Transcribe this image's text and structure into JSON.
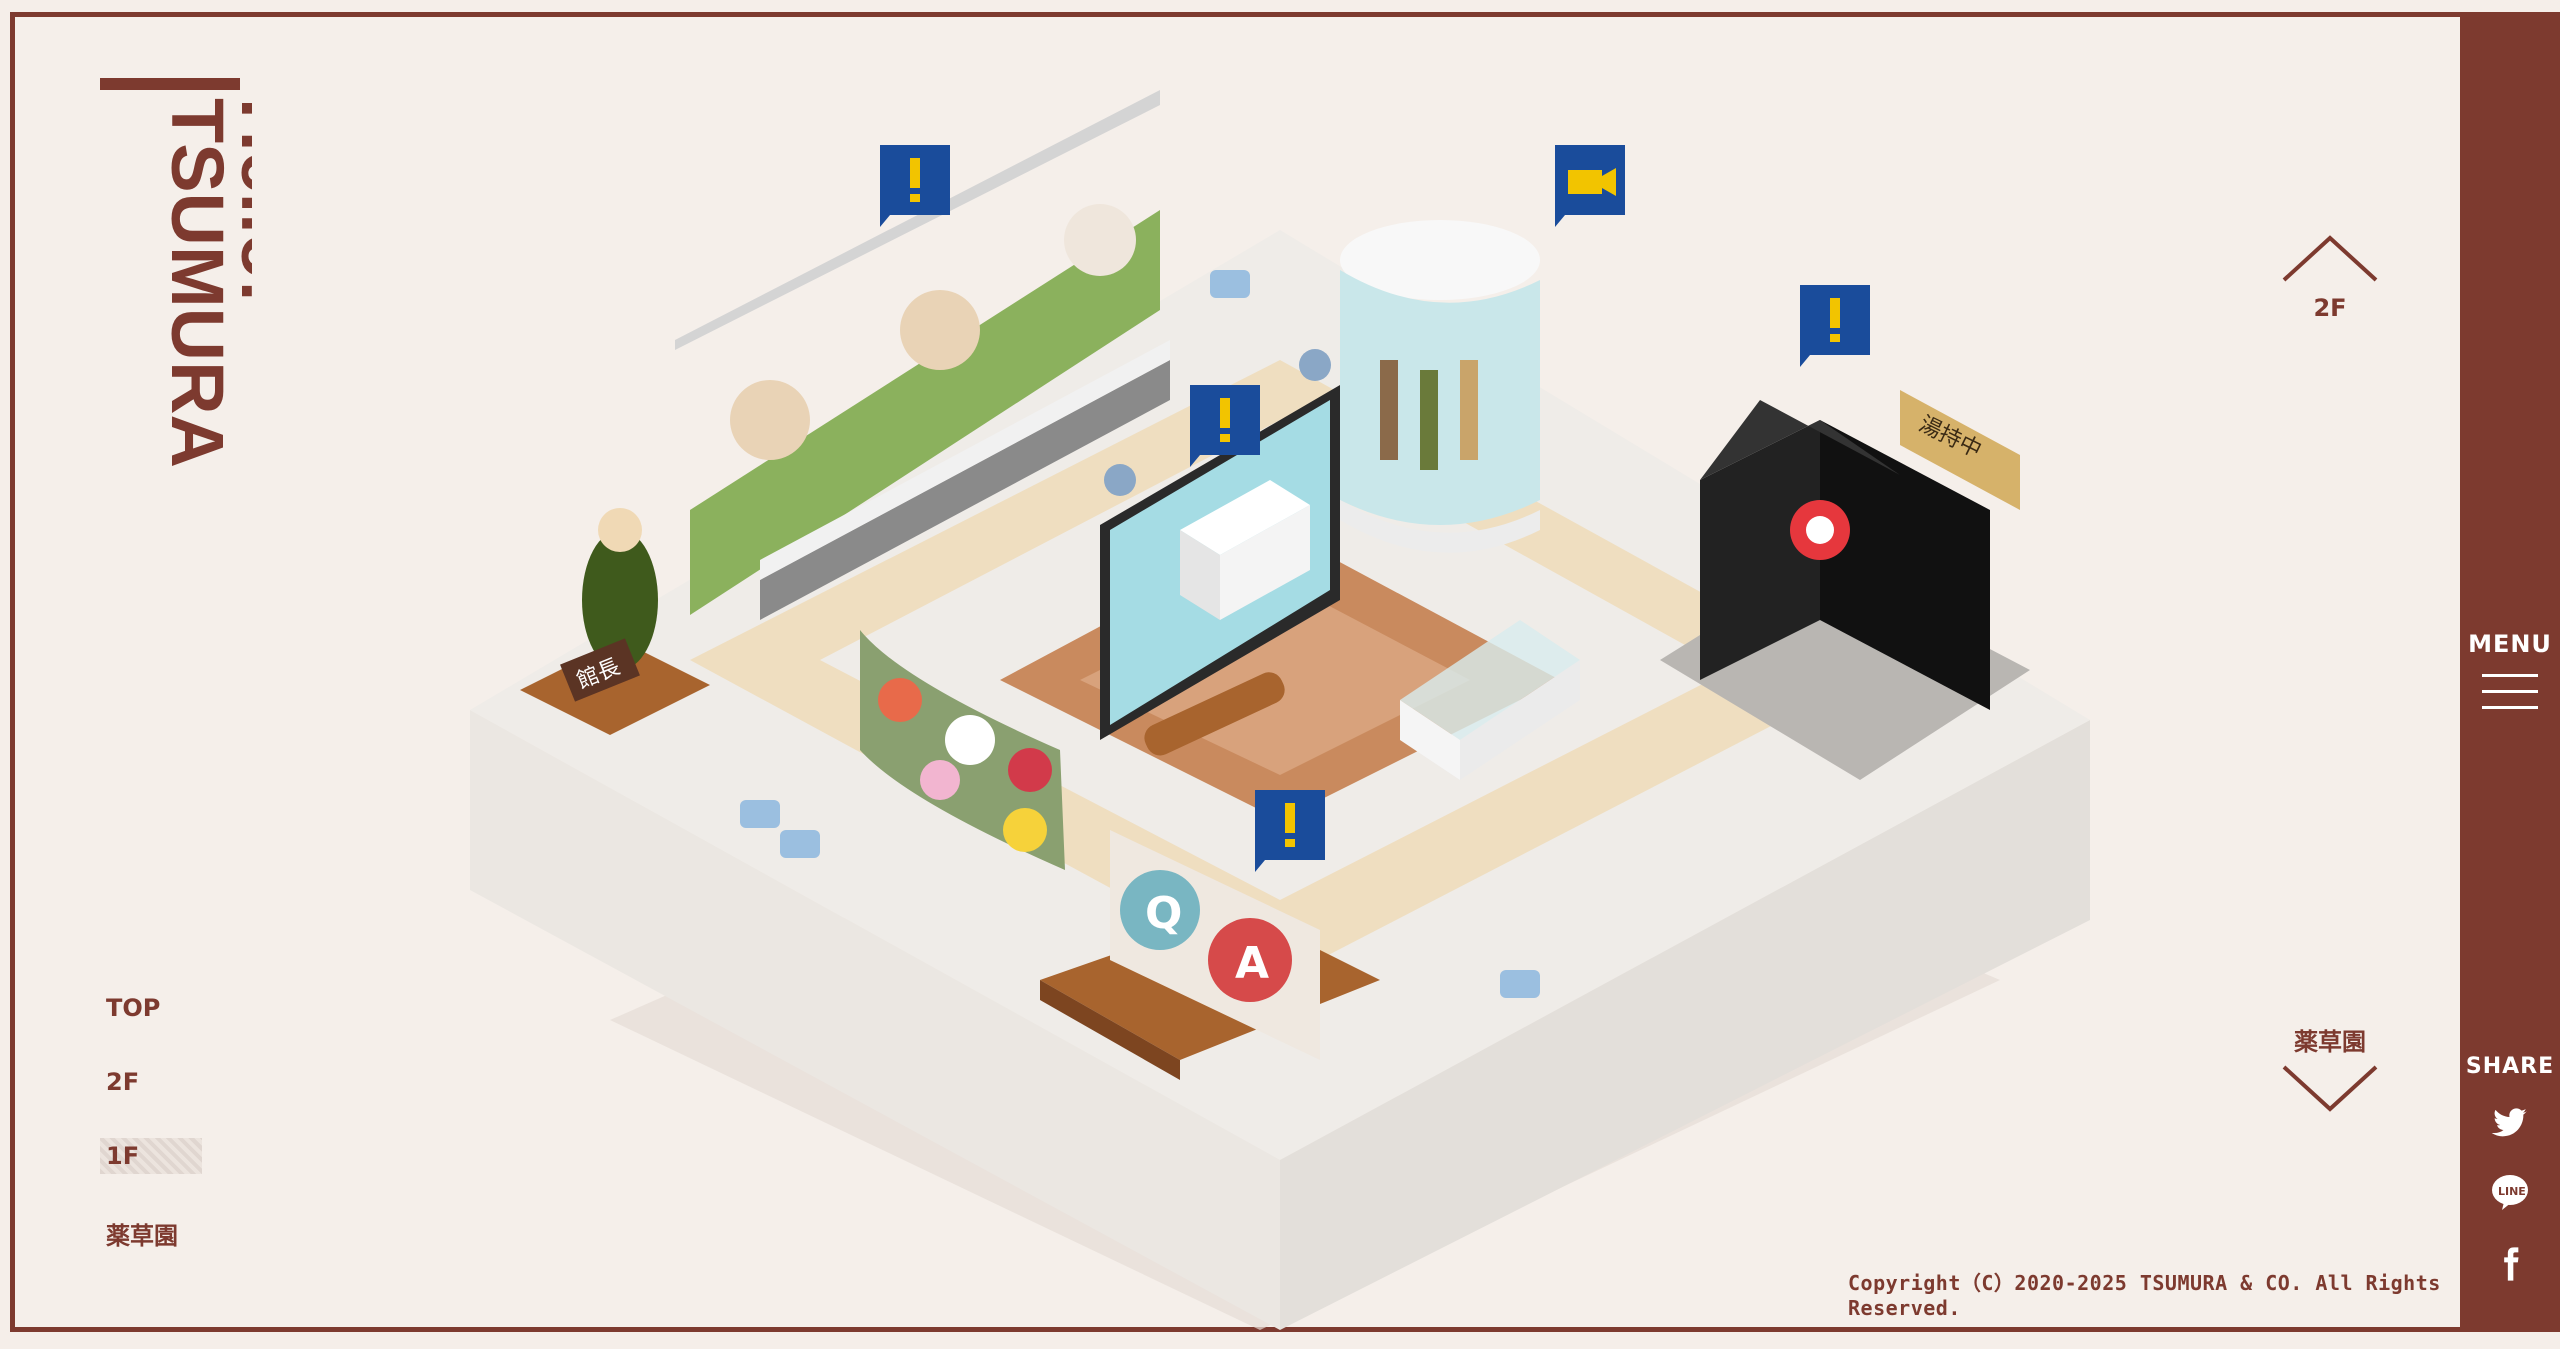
{
  "brand": {
    "logo_line1": "Hello!",
    "logo_line2": "TSUMURA",
    "accent_color": "#7d3a2f",
    "marker_color": "#1a4c9b",
    "marker_icon_color": "#f2c400"
  },
  "floor_nav": {
    "items": [
      {
        "label": "TOP",
        "active": false
      },
      {
        "label": "2F",
        "active": false
      },
      {
        "label": "1F",
        "active": true
      },
      {
        "label": "薬草園",
        "active": false
      }
    ]
  },
  "navigation": {
    "up_label": "2F",
    "down_label": "薬草園"
  },
  "sidebar": {
    "menu_label": "MENU",
    "share_label": "SHARE",
    "share_icons": [
      "twitter-icon",
      "line-icon",
      "facebook-icon"
    ]
  },
  "scene": {
    "statue_sign": "館長",
    "shop_sign": "湯持中",
    "qa_q": "Q",
    "qa_a": "A",
    "markers": [
      "exclamation-icon",
      "video-camera-icon",
      "exclamation-icon",
      "exclamation-icon",
      "exclamation-icon"
    ]
  },
  "footer": {
    "copyright": "Copyright（C）2020-2025 TSUMURA & CO. All Rights Reserved."
  }
}
